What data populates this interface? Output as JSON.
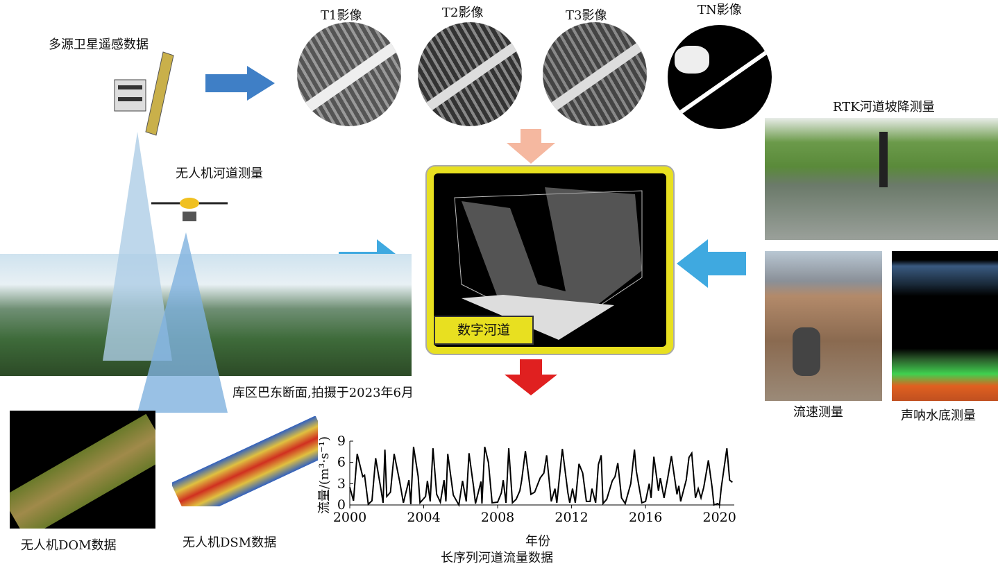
{
  "labels": {
    "satellite": "多源卫星遥感数据",
    "t1": "T1影像",
    "t2": "T2影像",
    "t3": "T3影像",
    "tn": "TN影像",
    "uav_survey": "无人机河道测量",
    "digital_river": "数字河道",
    "rtk": "RTK河道坡降测量",
    "landscape": "库区巴东断面,拍摄于2023年6月",
    "flow_velocity": "流速测量",
    "sonar": "声呐水底测量",
    "dom": "无人机DOM数据",
    "dsm": "无人机DSM数据"
  },
  "colors": {
    "arrow_blue": "#3fa9e0",
    "arrow_satellite": "#3f7fc6",
    "arrow_peach": "#f5b8a0",
    "arrow_red": "#e02020",
    "frame_yellow": "#e8e020"
  },
  "chart_data": {
    "type": "line",
    "title": "长序列河道流量数据",
    "xlabel": "年份",
    "ylabel": "流量/(m³·s⁻¹)",
    "xlim": [
      2000,
      2020.8
    ],
    "ylim": [
      0,
      9
    ],
    "xticks": [
      "2000",
      "2004",
      "2008",
      "2012",
      "2016",
      "2020"
    ],
    "yticks": [
      "0",
      "3",
      "6",
      "9"
    ],
    "x": [
      2000.0,
      2000.2,
      2000.4,
      2000.7,
      2000.8,
      2001.0,
      2001.2,
      2001.4,
      2001.7,
      2001.8,
      2001.9,
      2002.0,
      2002.2,
      2002.4,
      2002.7,
      2002.9,
      2003.2,
      2003.3,
      2003.45,
      2003.7,
      2003.8,
      2004.1,
      2004.2,
      2004.35,
      2004.5,
      2004.7,
      2004.9,
      2005.1,
      2005.2,
      2005.3,
      2005.6,
      2005.9,
      2006.1,
      2006.3,
      2006.45,
      2006.7,
      2006.8,
      2007.1,
      2007.15,
      2007.3,
      2007.5,
      2007.7,
      2008.0,
      2008.2,
      2008.3,
      2008.45,
      2008.6,
      2008.8,
      2009.0,
      2009.2,
      2009.3,
      2009.5,
      2009.8,
      2010.0,
      2010.3,
      2010.5,
      2010.65,
      2010.9,
      2011.1,
      2011.2,
      2011.5,
      2011.8,
      2011.9,
      2012.05,
      2012.2,
      2012.4,
      2012.6,
      2012.8,
      2013.0,
      2013.1,
      2013.3,
      2013.45,
      2013.6,
      2013.7,
      2013.9,
      2014.2,
      2014.35,
      2014.5,
      2014.7,
      2014.9,
      2015.2,
      2015.4,
      2015.5,
      2015.8,
      2016.0,
      2016.2,
      2016.3,
      2016.45,
      2016.7,
      2016.8,
      2017.0,
      2017.2,
      2017.4,
      2017.7,
      2017.8,
      2017.9,
      2018.2,
      2018.35,
      2018.5,
      2018.7,
      2018.85,
      2019.0,
      2019.15,
      2019.4,
      2019.6,
      2019.7,
      2019.9,
      2020.0,
      2020.1,
      2020.4,
      2020.55,
      2020.7
    ],
    "y": [
      2.5,
      0.6,
      7.2,
      4.0,
      4.2,
      0.1,
      0.6,
      6.6,
      2.0,
      0.3,
      7.8,
      1.2,
      1.8,
      7.2,
      3.3,
      0.3,
      3.5,
      0.1,
      8.2,
      4.0,
      0.3,
      1.2,
      3.4,
      0.5,
      8.0,
      1.5,
      0.4,
      3.5,
      0.5,
      7.2,
      1.4,
      0.0,
      3.4,
      0.5,
      7.3,
      2.5,
      0.2,
      3.3,
      0.2,
      8.2,
      6.0,
      0.3,
      0.4,
      1.7,
      3.5,
      0.3,
      8.0,
      0.3,
      0.8,
      2.0,
      3.5,
      7.6,
      1.5,
      1.8,
      3.8,
      4.5,
      7.0,
      0.5,
      2.3,
      0.3,
      7.9,
      1.7,
      0.3,
      2.3,
      0.3,
      5.8,
      4.5,
      0.5,
      0.5,
      2.3,
      0.3,
      5.7,
      7.0,
      0.2,
      0.8,
      3.4,
      4.0,
      5.9,
      1.0,
      0.2,
      3.0,
      7.8,
      4.8,
      0.3,
      0.5,
      3.0,
      1.0,
      6.8,
      2.0,
      3.8,
      1.0,
      3.8,
      6.9,
      1.5,
      2.7,
      0.5,
      3.5,
      6.7,
      7.3,
      1.0,
      2.3,
      1.0,
      2.5,
      6.3,
      2.5,
      0.0,
      0.2,
      0.0,
      2.5,
      8.0,
      3.5,
      3.2
    ]
  }
}
